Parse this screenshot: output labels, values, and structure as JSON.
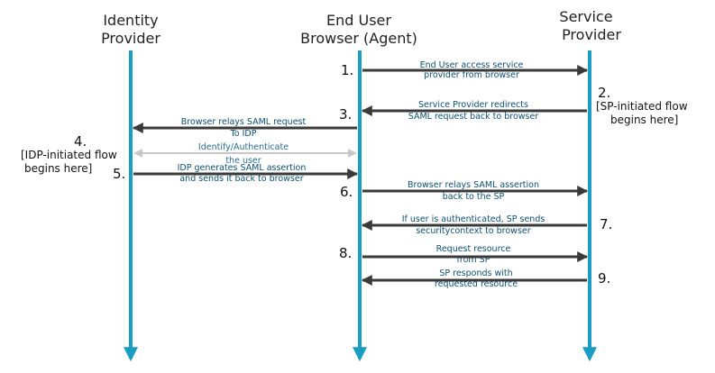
{
  "participants": {
    "idp": {
      "line1": "Identity",
      "line2": "Provider"
    },
    "browser": {
      "line1": "End User",
      "line2": "Browser (Agent)"
    },
    "sp": {
      "line1": "Service",
      "line2": "Provider"
    }
  },
  "steps": {
    "s1": {
      "num": "1.",
      "line1": "End User access service",
      "line2": "provider from browser"
    },
    "s2": {
      "num": "2.",
      "line1": "Service Provider redirects",
      "line2": "SAML request back to browser",
      "note1": "[SP-initiated flow",
      "note2": "begins here]"
    },
    "s3": {
      "num": "3.",
      "line1": "Browser relays SAML request",
      "line2": "To IDP"
    },
    "s4": {
      "num": "4.",
      "line1": "Identify/Authenticate",
      "line2": "the user",
      "note1": "[IDP-initiated flow",
      "note2": "begins here]"
    },
    "s5": {
      "num": "5.",
      "line1": "IDP generates SAML assertion",
      "line2": "and sends it back to browser"
    },
    "s6": {
      "num": "6.",
      "line1": "Browser relays SAML assertion",
      "line2": "back to the SP"
    },
    "s7": {
      "num": "7.",
      "line1": "If user is authenticated, SP sends",
      "line2": "securitycontext to browser"
    },
    "s8": {
      "num": "8.",
      "line1": "Request resource",
      "line2": "from SP"
    },
    "s9": {
      "num": "9.",
      "line1": "SP responds with",
      "line2": "requested resource"
    }
  },
  "colors": {
    "lifeline": "#1a9cc4",
    "arrow": "#3a3a3a",
    "auth_arrow": "#c8c8c8",
    "text": "#0d4f73"
  }
}
